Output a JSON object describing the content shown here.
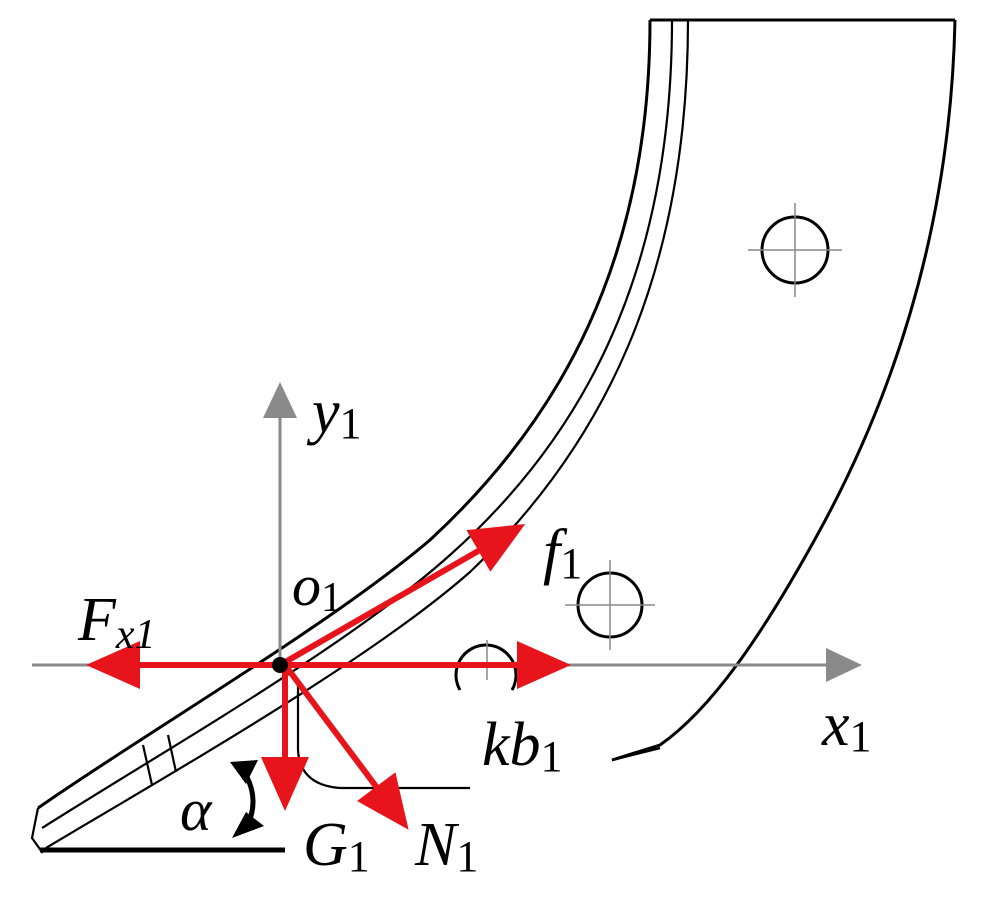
{
  "diagram": {
    "axes": {
      "x": {
        "name": "x",
        "subscript": "1"
      },
      "y": {
        "name": "y",
        "subscript": "1"
      },
      "origin": {
        "name": "o",
        "subscript": "1"
      }
    },
    "forces": [
      {
        "id": "friction",
        "name": "f",
        "subscript": "1"
      },
      {
        "id": "resistance",
        "name": "F",
        "subscript": "x1"
      },
      {
        "id": "soil",
        "name": "kb",
        "subscript": "1"
      },
      {
        "id": "gravity",
        "name": "G",
        "subscript": "1"
      },
      {
        "id": "normal",
        "name": "N",
        "subscript": "1"
      }
    ],
    "angle": {
      "name": "α"
    },
    "colors": {
      "force": "#e8141c",
      "axis": "#8a8a8a",
      "outline": "#000000"
    }
  }
}
